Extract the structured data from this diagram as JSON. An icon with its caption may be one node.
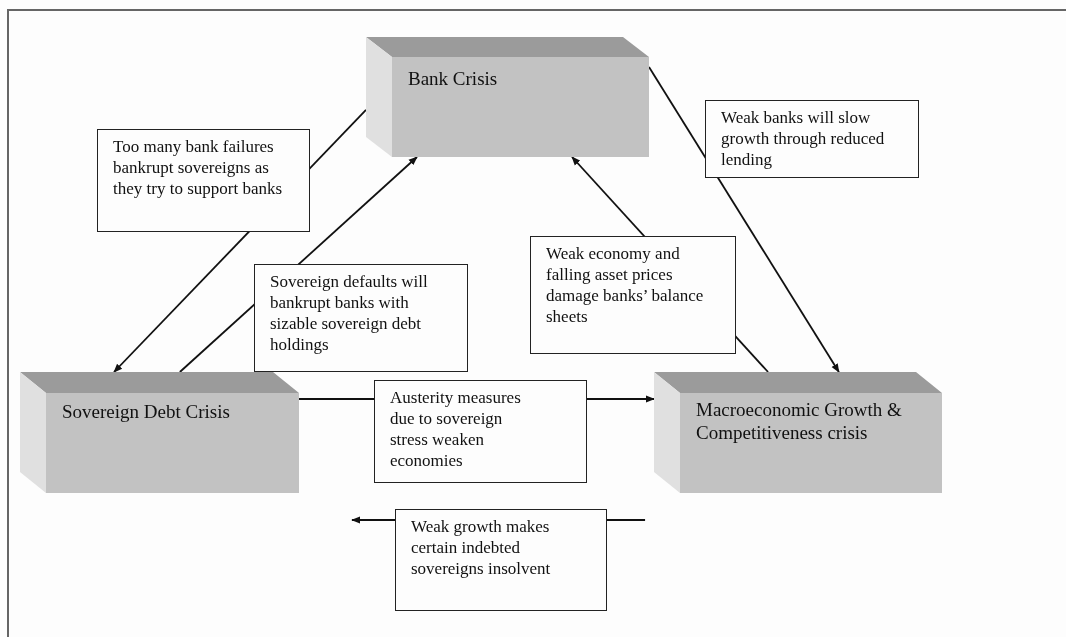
{
  "diagram": {
    "nodes": [
      {
        "text": [
          "Bank Crisis"
        ]
      },
      {
        "text": [
          "Sovereign Debt Crisis"
        ]
      },
      {
        "text": [
          "Macroeconomic Growth & Competitiveness crisis"
        ]
      }
    ],
    "edges": [
      {
        "from": 0,
        "to": 1,
        "arrow": "to",
        "label": "Too many bank failures bankrupt sovereigns as they try to support banks"
      },
      {
        "from": 1,
        "to": 0,
        "arrow": "to",
        "label": "Sovereign defaults will bankrupt banks with sizable sovereign debt holdings"
      },
      {
        "from": 2,
        "to": 0,
        "arrow": "to",
        "label": "Weak economy and falling asset prices damage banks’ balance sheets"
      },
      {
        "from": 0,
        "to": 2,
        "arrow": "to",
        "label": "Weak banks will slow growth through reduced lending"
      },
      {
        "from": 1,
        "to": 2,
        "arrow": "to",
        "label": "Austerity measures due to sovereign stress weaken economies"
      },
      {
        "from": 2,
        "to": 1,
        "arrow": "to",
        "label": "Weak growth makes certain indebted sovereigns insolvent"
      }
    ]
  }
}
